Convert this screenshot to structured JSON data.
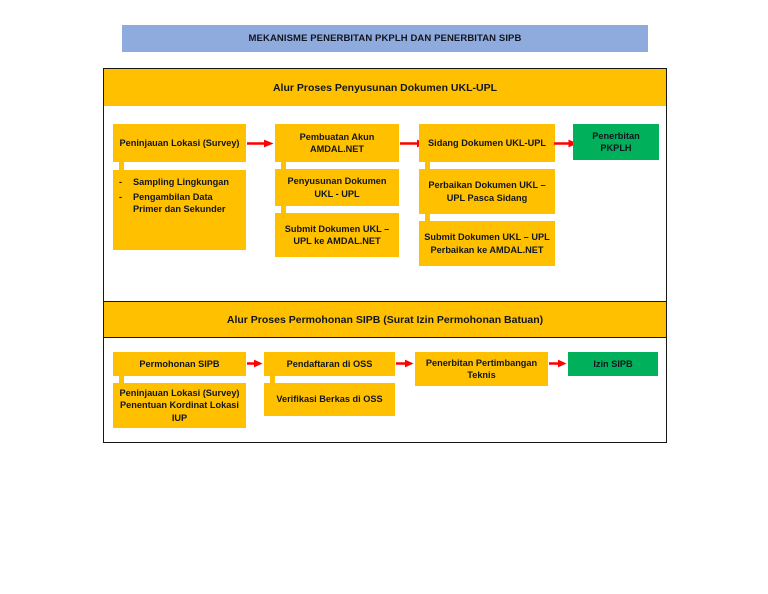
{
  "title_banner": {
    "text": "MEKANISME PENERBITAN PKPLH DAN PENERBITAN SIPB",
    "background": "#8FAADC"
  },
  "colors": {
    "process_fill": "#FFC000",
    "result_fill": "#00B05A",
    "arrow": "#FF0000",
    "border": "#171717",
    "text": "#11161F"
  },
  "sections": [
    {
      "header": "Alur Proses Penyusunan Dokumen UKL-UPL",
      "columns": [
        {
          "main": "Peninjauan Lokasi (Survey)",
          "sub": [
            {
              "type": "bullets",
              "items": [
                "Sampling Lingkungan",
                "Pengambilan Data Primer dan Sekunder"
              ]
            }
          ]
        },
        {
          "main": "Pembuatan Akun AMDAL.NET",
          "sub": [
            {
              "type": "text",
              "text": "Penyusunan Dokumen UKL - UPL"
            },
            {
              "type": "text",
              "text": "Submit Dokumen UKL – UPL ke AMDAL.NET"
            }
          ]
        },
        {
          "main": "Sidang Dokumen UKL-UPL",
          "sub": [
            {
              "type": "text",
              "text": "Perbaikan Dokumen UKL – UPL Pasca Sidang"
            },
            {
              "type": "text",
              "text": "Submit Dokumen UKL – UPL Perbaikan ke AMDAL.NET"
            }
          ]
        },
        {
          "main": "Penerbitan PKPLH",
          "result": true,
          "sub": []
        }
      ]
    },
    {
      "header": "Alur Proses Permohonan SIPB (Surat Izin Permohonan Batuan)",
      "columns": [
        {
          "main": "Permohonan SIPB",
          "sub": [
            {
              "type": "text",
              "text": "Peninjauan Lokasi (Survey) Penentuan Kordinat Lokasi IUP"
            }
          ]
        },
        {
          "main": "Pendaftaran di OSS",
          "sub": [
            {
              "type": "text",
              "text": "Verifikasi Berkas di OSS"
            }
          ]
        },
        {
          "main": "Penerbitan Pertimbangan Teknis",
          "sub": []
        },
        {
          "main": "Izin SIPB",
          "result": true,
          "sub": []
        }
      ]
    }
  ]
}
